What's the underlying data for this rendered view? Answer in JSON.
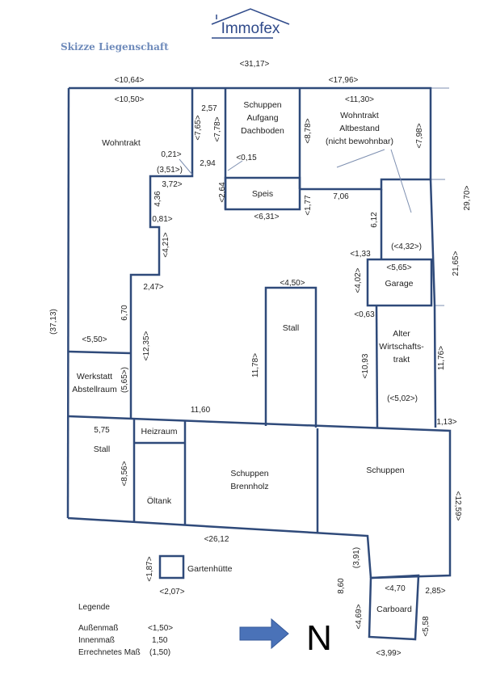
{
  "header": {
    "logo_text": "Immofex",
    "title": "Skizze Liegenschaft"
  },
  "colors": {
    "walls": "#2f4a7a",
    "title": "#6f8bbb",
    "arrow": "#4a72b8"
  },
  "rooms": [
    "Wohntrakt",
    "Schuppen",
    "Aufgang",
    "Dachboden",
    "Wohntrakt",
    "Altbestand",
    "(nicht bewohnbar)",
    "Speis",
    "Garage",
    "Stall",
    "Alter",
    "Wirtschafts-",
    "trakt",
    "Werkstatt",
    "Abstellraum",
    "Heizraum",
    "Stall",
    "Schuppen",
    "Brennholz",
    "Schuppen",
    "Öltank",
    "Gartenhütte",
    "Carboard"
  ],
  "dimensions": [
    "<31,17>",
    "<10,64>",
    "<17,96>",
    "<10,50>",
    "2,57",
    "<11,30>",
    "<7,65>",
    "<7,78>",
    "<8,78>",
    "<7,98>",
    "0,21>",
    "(3,51>)",
    "2,94",
    "<0,15",
    "3,72>",
    "<2,64",
    "4,36",
    "0,81>",
    "<4,21>",
    "<6,31>",
    "<1,77",
    "7,06",
    "6,12",
    "29,70>",
    "<1,33",
    "(<4,32>)",
    "<5,65>",
    "<4,02>",
    "21,65>",
    "<4,50>",
    "2,47>",
    "(37,13)",
    "6,70",
    "<5,50>",
    "<12,35>",
    "11,78>",
    "<0,63",
    "<10,93",
    "11,76>",
    "(<5,02>)",
    "(5,65>)",
    "11,60",
    "1,13>",
    "5,75",
    "<8,56>",
    "<12,59>",
    "<26,12",
    "(3,91)",
    "<1,87>",
    "<2,07>",
    "8,60",
    "<4,70",
    "2,85>",
    "<4,69>",
    "<5,58",
    "<3,99>"
  ],
  "legend": {
    "title": "Legende",
    "items": [
      {
        "label": "Außenmaß",
        "example": "<1,50>"
      },
      {
        "label": "Innenmaß",
        "example": "1,50"
      },
      {
        "label": "Errechnetes Maß",
        "example": "(1,50)"
      }
    ]
  },
  "compass": {
    "label": "N",
    "icon": "arrow-right-icon"
  }
}
